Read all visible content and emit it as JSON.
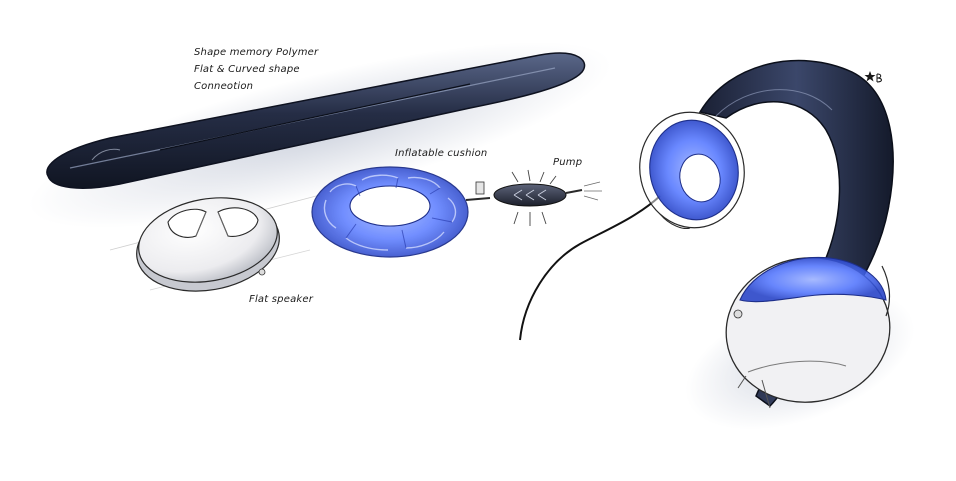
{
  "notes": {
    "line1": "Shape memory Polymer",
    "line2": "Flat & Curved shape",
    "line3": "Conneotion"
  },
  "labels": {
    "cushion": "Inflatable cushion",
    "pump": "Pump",
    "speaker": "Flat speaker"
  },
  "signature": "★B",
  "colors": {
    "band": "#2a3350",
    "cushion_blue": "#4f73ff",
    "outline": "#1a1a1a",
    "speaker_fill": "#f4f4f4"
  }
}
